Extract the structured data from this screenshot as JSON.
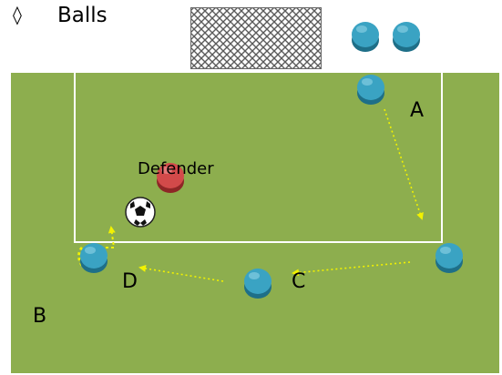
{
  "legend": {
    "bullet": "◊",
    "label": "Balls"
  },
  "players": [
    {
      "id": "A",
      "label": "A"
    },
    {
      "id": "B",
      "label": "B"
    },
    {
      "id": "C",
      "label": "C"
    },
    {
      "id": "D",
      "label": "D"
    }
  ],
  "defender": {
    "label": "Defender"
  },
  "colors": {
    "pitch": "#8dae4e",
    "lines": "#ffffff",
    "attacker": "#3aa3c3",
    "defender": "#d24a4a",
    "pass_arrow": "#f2f200",
    "net": "#6a6a6a"
  },
  "icons": {
    "attacker": "blue-player-cone-icon",
    "defender": "red-player-cone-icon",
    "ball": "soccer-ball-icon",
    "goal": "goal-net-icon"
  }
}
